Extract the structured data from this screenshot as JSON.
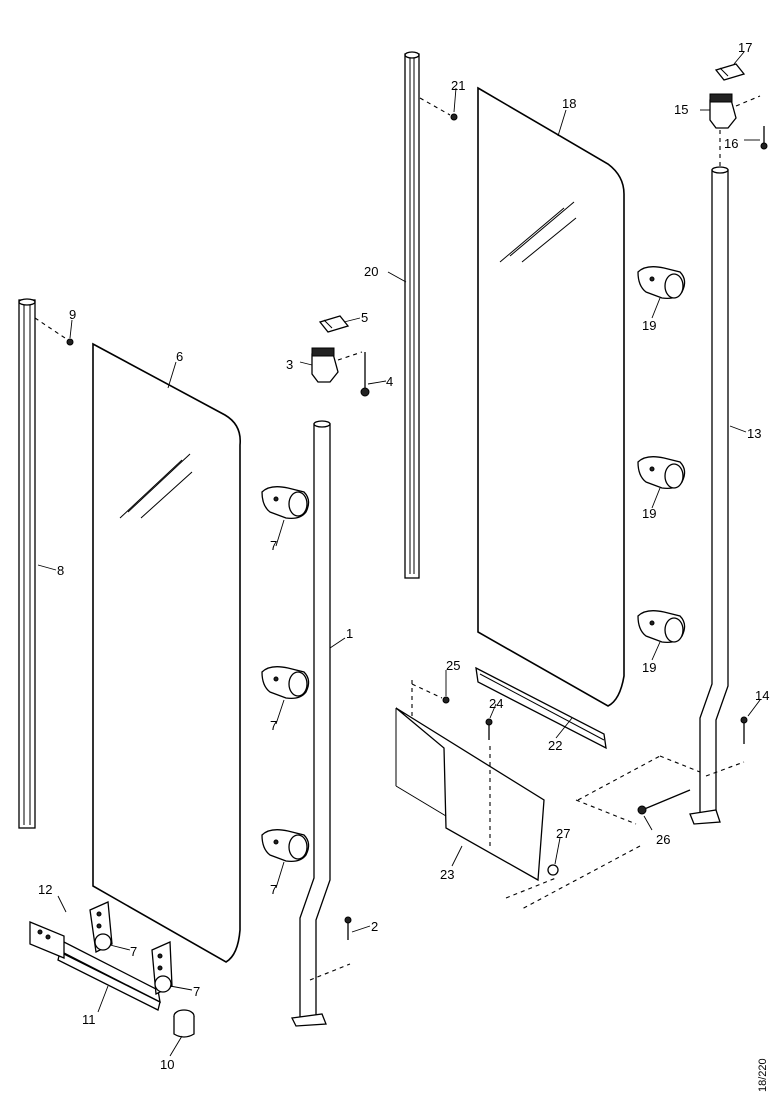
{
  "labels": {
    "l1": "1",
    "l2": "2",
    "l3": "3",
    "l4": "4",
    "l5": "5",
    "l6": "6",
    "l7a": "7",
    "l7b": "7",
    "l7c": "7",
    "l7d": "7",
    "l7e": "7",
    "l8": "8",
    "l9": "9",
    "l10": "10",
    "l11": "11",
    "l12": "12",
    "l13": "13",
    "l14": "14",
    "l15": "15",
    "l16": "16",
    "l17": "17",
    "l18": "18",
    "l19a": "19",
    "l19b": "19",
    "l19c": "19",
    "l20": "20",
    "l21": "21",
    "l22": "22",
    "l23": "23",
    "l24": "24",
    "l25": "25",
    "l26": "26",
    "l27": "27"
  },
  "figure_code": "18/220"
}
